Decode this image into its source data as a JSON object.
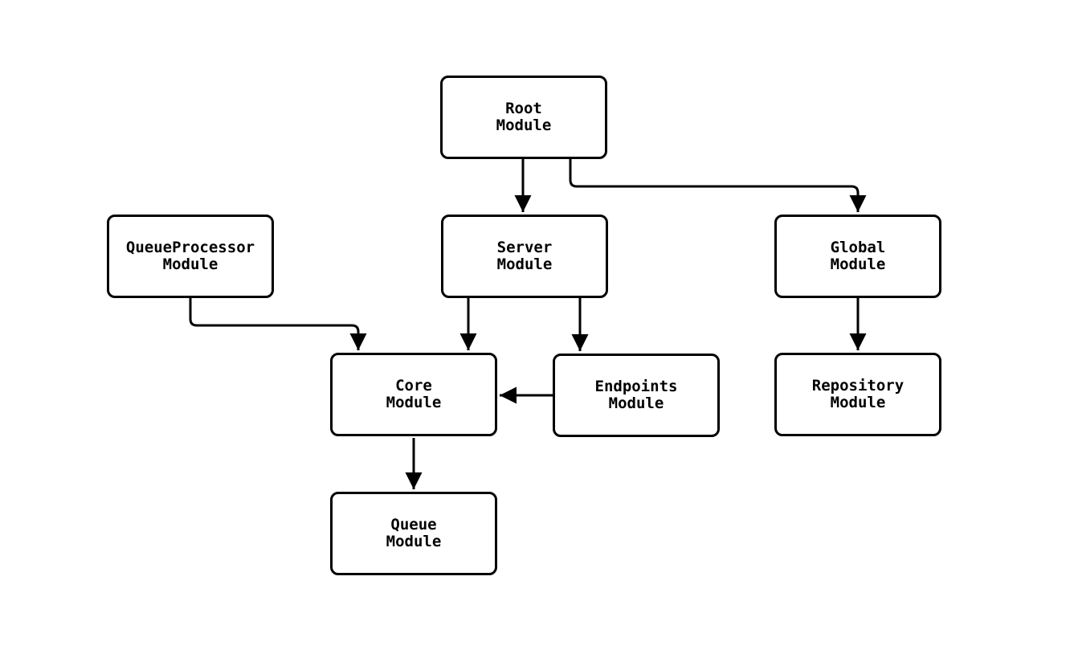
{
  "diagram": {
    "type": "module-dependency-flowchart",
    "background_color": "#ffffff",
    "node_fill_color": "#ffffff",
    "stroke_color": "#000000",
    "nodes": [
      {
        "id": "root",
        "label": "Root\nModule"
      },
      {
        "id": "queueprocessor",
        "label": "QueueProcessor\nModule"
      },
      {
        "id": "server",
        "label": "Server\nModule"
      },
      {
        "id": "global",
        "label": "Global\nModule"
      },
      {
        "id": "core",
        "label": "Core\nModule"
      },
      {
        "id": "endpoints",
        "label": "Endpoints\nModule"
      },
      {
        "id": "repository",
        "label": "Repository\nModule"
      },
      {
        "id": "queue",
        "label": "Queue\nModule"
      }
    ],
    "edges": [
      {
        "from": "root",
        "to": "server"
      },
      {
        "from": "root",
        "to": "global"
      },
      {
        "from": "queueprocessor",
        "to": "core"
      },
      {
        "from": "server",
        "to": "core"
      },
      {
        "from": "server",
        "to": "endpoints"
      },
      {
        "from": "global",
        "to": "repository"
      },
      {
        "from": "endpoints",
        "to": "core"
      },
      {
        "from": "core",
        "to": "queue"
      }
    ]
  }
}
